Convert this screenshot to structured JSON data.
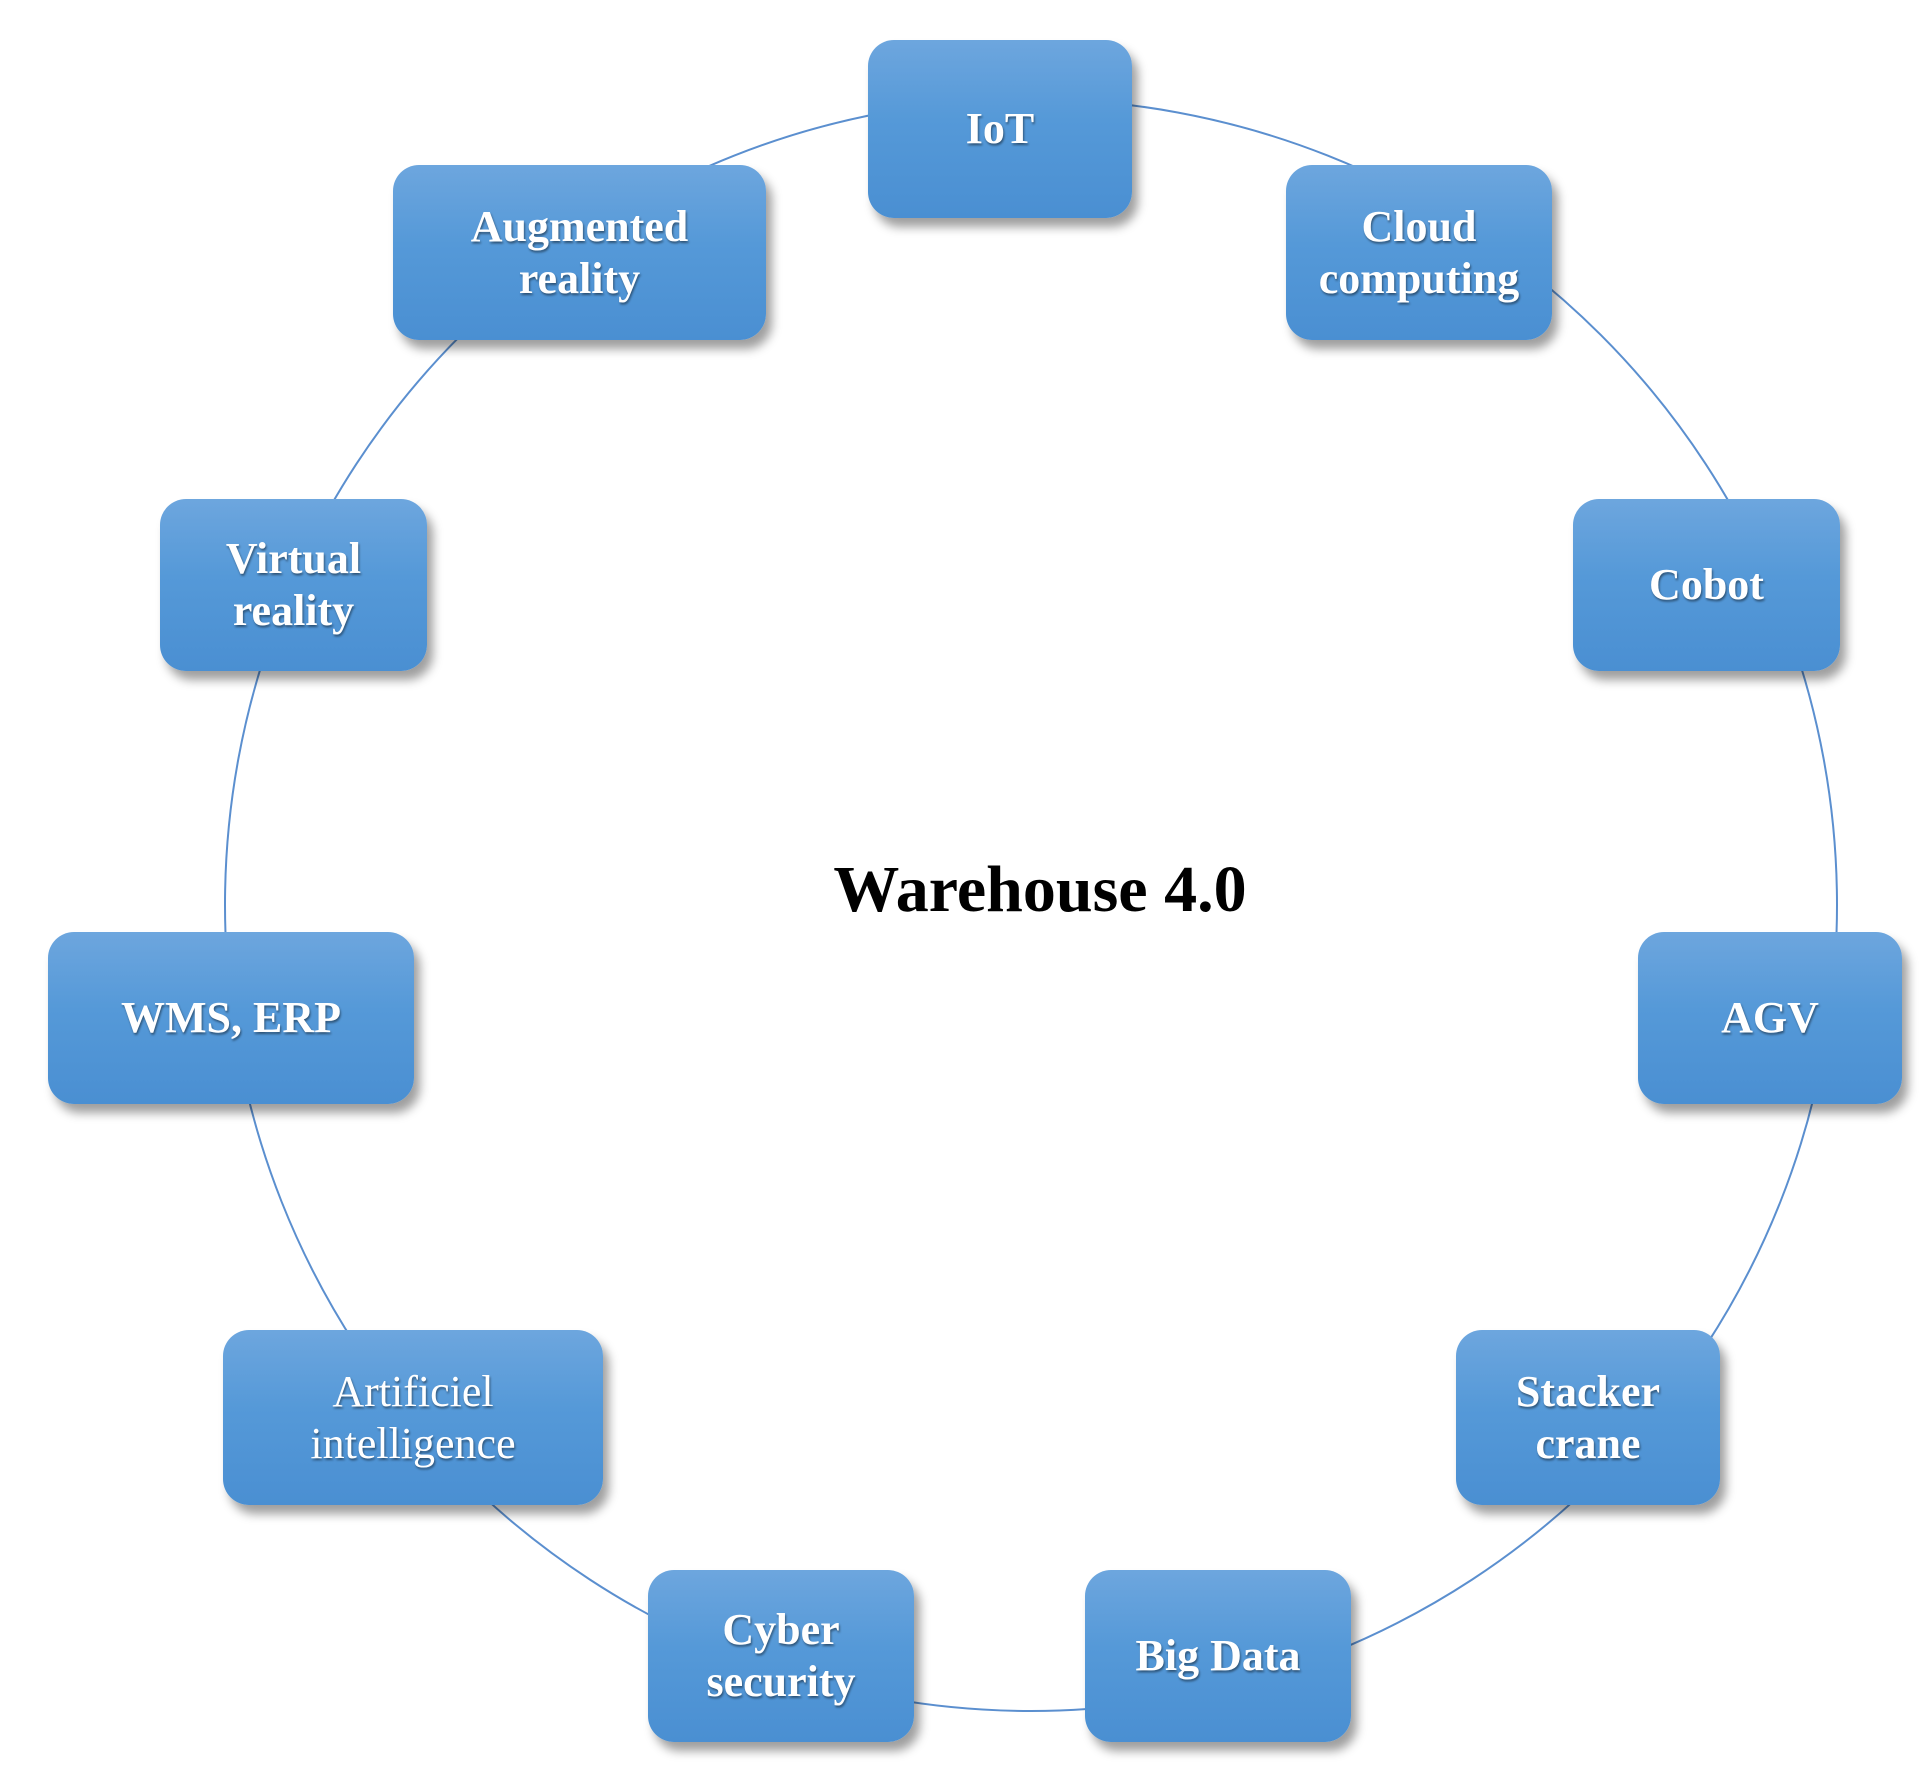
{
  "diagram": {
    "center_title": "Warehouse 4.0",
    "ring_color": "#5b8fcf",
    "node_color": "#5599d8",
    "nodes": [
      {
        "id": "iot",
        "label": "IoT"
      },
      {
        "id": "cloud-computing",
        "label": "Cloud\ncomputing"
      },
      {
        "id": "cobot",
        "label": "Cobot"
      },
      {
        "id": "agv",
        "label": "AGV"
      },
      {
        "id": "stacker-crane",
        "label": "Stacker\ncrane"
      },
      {
        "id": "big-data",
        "label": "Big Data"
      },
      {
        "id": "cyber-security",
        "label": "Cyber\nsecurity"
      },
      {
        "id": "artificiel-intelligence",
        "label": "Artificiel\nintelligence"
      },
      {
        "id": "wms-erp",
        "label": "WMS, ERP"
      },
      {
        "id": "virtual-reality",
        "label": "Virtual\nreality"
      },
      {
        "id": "augmented-reality",
        "label": "Augmented\nreality"
      }
    ]
  }
}
